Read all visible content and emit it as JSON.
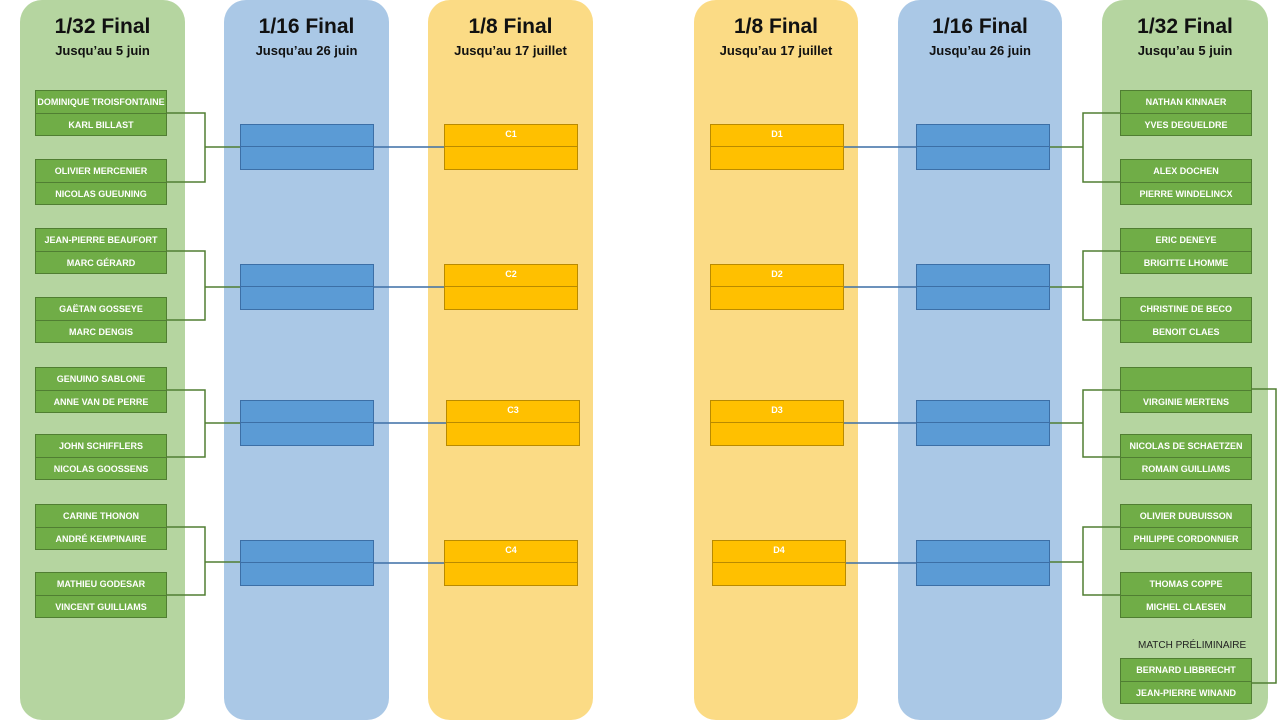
{
  "columns": [
    {
      "title": "1/32 Final",
      "subtitle": "Jusqu’au 5 juin"
    },
    {
      "title": "1/16 Final",
      "subtitle": "Jusqu’au 26 juin"
    },
    {
      "title": "1/8 Final",
      "subtitle": "Jusqu’au 17 juillet"
    },
    {
      "title": "1/8 Final",
      "subtitle": "Jusqu’au 17 juillet"
    },
    {
      "title": "1/16 Final",
      "subtitle": "Jusqu’au 26 juin"
    },
    {
      "title": "1/32 Final",
      "subtitle": "Jusqu’au 5 juin"
    }
  ],
  "left_pairs": [
    [
      "DOMINIQUE TROISFONTAINE",
      "KARL BILLAST"
    ],
    [
      "OLIVIER MERCENIER",
      "NICOLAS GUEUNING"
    ],
    [
      "JEAN-PIERRE BEAUFORT",
      "MARC GÉRARD"
    ],
    [
      "GAËTAN GOSSEYE",
      "MARC DENGIS"
    ],
    [
      "GENUINO SABLONE",
      "ANNE VAN DE PERRE"
    ],
    [
      "JOHN SCHIFFLERS",
      "NICOLAS GOOSSENS"
    ],
    [
      "CARINE THONON",
      "ANDRÉ KEMPINAIRE"
    ],
    [
      "MATHIEU GODESAR",
      "VINCENT GUILLIAMS"
    ]
  ],
  "right_pairs": [
    [
      "NATHAN KINNAER",
      "YVES DEGUELDRE"
    ],
    [
      "ALEX DOCHEN",
      "PIERRE WINDELINCX"
    ],
    [
      "ERIC DENEYE",
      "BRIGITTE LHOMME"
    ],
    [
      "CHRISTINE DE BECO",
      "BENOIT CLAES"
    ],
    [
      "",
      "VIRGINIE MERTENS"
    ],
    [
      "NICOLAS DE SCHAETZEN",
      "ROMAIN GUILLIAMS"
    ],
    [
      "OLIVIER DUBUISSON",
      "PHILIPPE CORDONNIER"
    ],
    [
      "THOMAS COPPE",
      "MICHEL CLAESEN"
    ]
  ],
  "preliminary": {
    "label": "MATCH PRÉLIMINAIRE",
    "players": [
      "BERNARD LIBBRECHT",
      "JEAN-PIERRE WINAND"
    ]
  },
  "left_eighth_codes": [
    "C1",
    "C2",
    "C3",
    "C4"
  ],
  "right_eighth_codes": [
    "D1",
    "D2",
    "D3",
    "D4"
  ],
  "colors": {
    "green": "#70ad47",
    "blue": "#5b9bd5",
    "yellow": "#ffc000"
  }
}
